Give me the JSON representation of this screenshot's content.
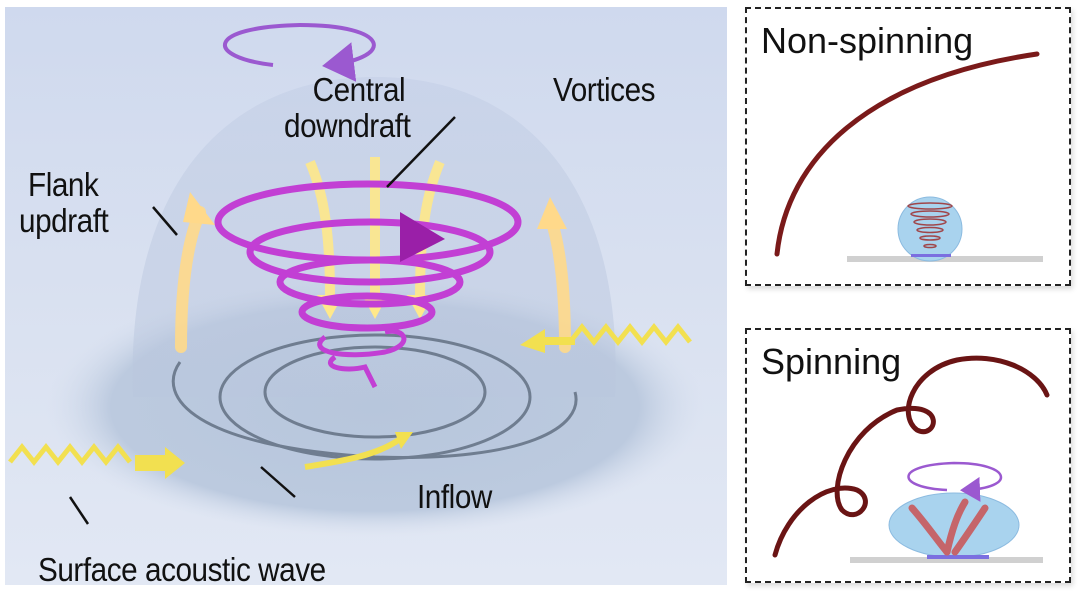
{
  "main_diagram": {
    "labels": {
      "central_downdraft_line1": "Central",
      "central_downdraft_line2": "downdraft",
      "vortices": "Vortices",
      "flank_updraft_line1": "Flank",
      "flank_updraft_line2": "updraft",
      "inflow": "Inflow",
      "surface_acoustic_wave": "Surface acoustic wave"
    },
    "colors": {
      "background": "#d3dcef",
      "vortex": "#c23fd4",
      "updraft": "#ffd98a",
      "downdraft": "#ffe88a",
      "wave": "#f2e050",
      "rotation_arrow": "#9b59d0"
    }
  },
  "panels": {
    "non_spinning": {
      "title": "Non-spinning"
    },
    "spinning": {
      "title": "Spinning"
    },
    "colors": {
      "fiber": "#7a1a1a",
      "droplet": "#a9d3ee",
      "substrate": "#d0d0d0",
      "electrode": "#7b6fe0"
    }
  }
}
